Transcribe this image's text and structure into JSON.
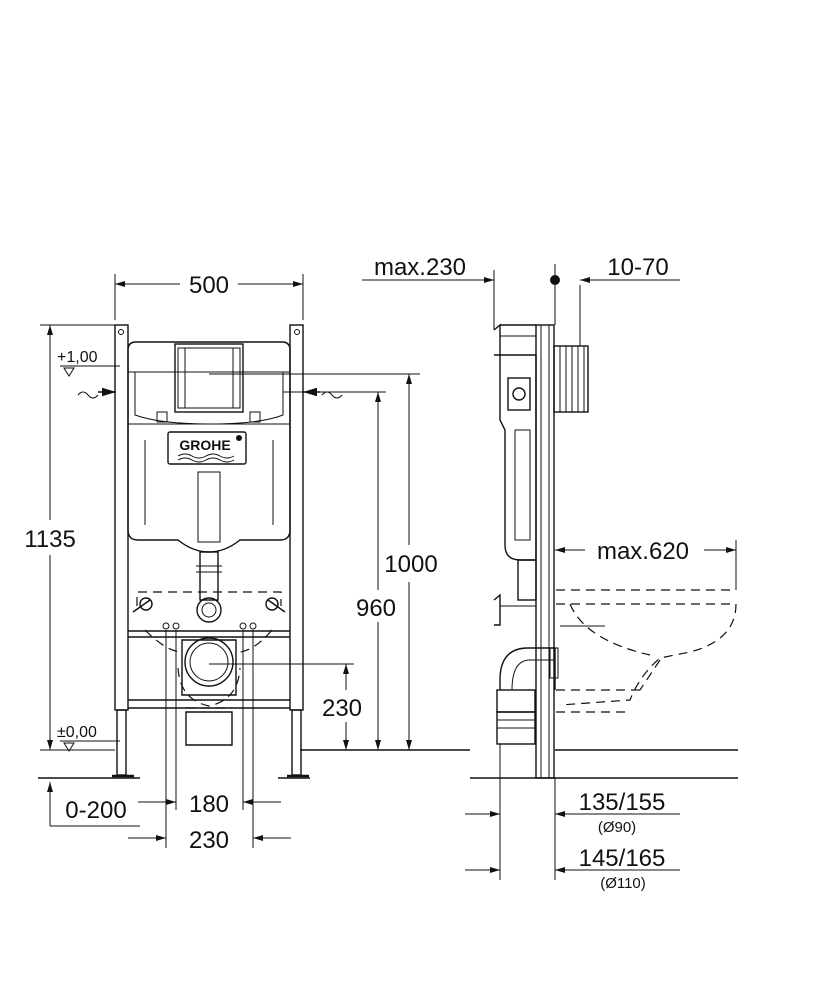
{
  "front_view": {
    "width_label": "500",
    "height_total_label": "1135",
    "level_top_label": "+1,00",
    "level_zero_label": "±0,00",
    "height_1000_label": "1000",
    "height_960_label": "960",
    "height_230_label": "230",
    "offset_label": "0-200",
    "spacing_180_label": "180",
    "spacing_230_label": "230",
    "brand": "GROHE"
  },
  "side_view": {
    "max_depth_label": "max.230",
    "wall_adjust_label": "10-70",
    "bowl_projection_label": "max.620",
    "outlet_90_label": "135/155",
    "outlet_90_diam": "(Ø90)",
    "outlet_110_label": "145/165",
    "outlet_110_diam": "(Ø110)"
  }
}
